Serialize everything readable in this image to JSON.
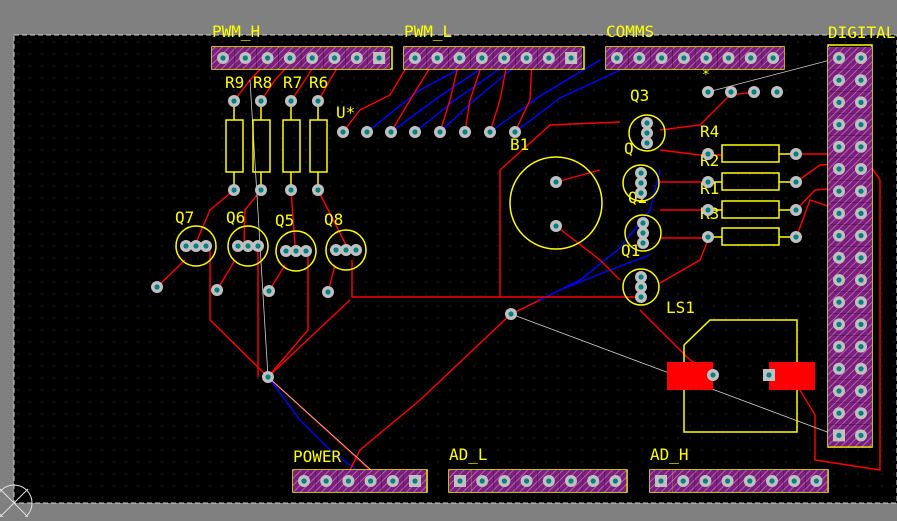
{
  "colors": {
    "background_outside": "#808080",
    "board": "#000000",
    "silkscreen": "#ffff00",
    "top_copper": "#ff0000",
    "bottom_copper": "#0000ff",
    "pad": "#c0c0c0",
    "pad_hole": "#008080",
    "smd_pad": "#ff0000",
    "ratsnest": "#c8c8c8"
  },
  "headers": {
    "pwm_h": "PWM_H",
    "pwm_l": "PWM_L",
    "comms": "COMMS",
    "digital": "DIGITAL",
    "power": "POWER",
    "ad_l": "AD_L",
    "ad_h": "AD_H"
  },
  "designators": {
    "r9": "R9",
    "r8": "R8",
    "r7": "R7",
    "r6": "R6",
    "u": "U*",
    "b1": "B1",
    "q3": "Q3",
    "q_a": "Q",
    "q_b": "Q2",
    "q1": "Q1",
    "r4": "R4",
    "r2": "R2",
    "r1": "R1",
    "r3": "R3",
    "q7": "Q7",
    "q6": "Q6",
    "q5": "Q5",
    "q8": "Q8",
    "ls1": "LS1",
    "star": "*"
  }
}
